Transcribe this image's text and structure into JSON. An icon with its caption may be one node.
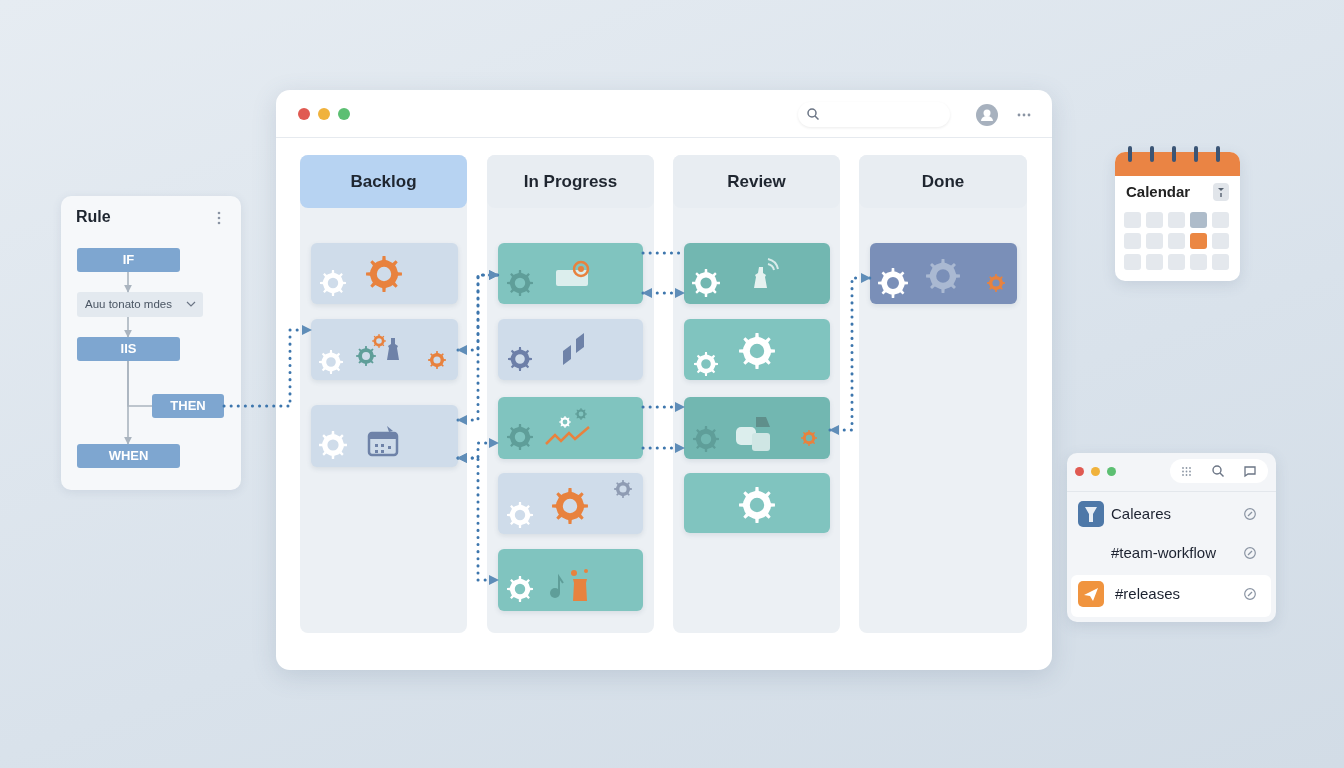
{
  "diagram": {
    "nodes": [
      {
        "text": [
          "Rule"
        ]
      },
      {
        "text": [
          "IF"
        ],
        "in": 0
      },
      {
        "text": [
          "Auu tonato mdes"
        ],
        "in": 0
      },
      {
        "text": [
          "IIS"
        ],
        "in": 0
      },
      {
        "text": [
          "THEN"
        ],
        "in": 0
      },
      {
        "text": [
          "WHEN"
        ],
        "in": 0
      },
      {
        "text": [],
        "shape": "box"
      },
      {
        "text": [
          "Backlog"
        ],
        "in": 6
      },
      {
        "text": [
          "In Progress"
        ],
        "in": 6
      },
      {
        "text": [
          "Review"
        ],
        "in": 6
      },
      {
        "text": [
          "Done"
        ],
        "in": 6
      },
      {
        "text": [],
        "shape": "box",
        "in": 7
      },
      {
        "text": [],
        "shape": "box",
        "in": 7
      },
      {
        "text": [],
        "shape": "box",
        "in": 7
      },
      {
        "text": [],
        "shape": "box",
        "in": 8
      },
      {
        "text": [],
        "shape": "box",
        "in": 8
      },
      {
        "text": [],
        "shape": "box",
        "in": 8
      },
      {
        "text": [],
        "shape": "box",
        "in": 8
      },
      {
        "text": [],
        "shape": "box",
        "in": 8
      },
      {
        "text": [],
        "shape": "box",
        "in": 9
      },
      {
        "text": [],
        "shape": "box",
        "in": 9
      },
      {
        "text": [],
        "shape": "box",
        "in": 9
      },
      {
        "text": [],
        "shape": "box",
        "in": 9
      },
      {
        "text": [],
        "shape": "box",
        "in": 10
      },
      {
        "text": [
          "Calendar"
        ]
      },
      {
        "text": [],
        "shape": "box"
      },
      {
        "text": [
          "Caleares"
        ],
        "in": 25
      },
      {
        "text": [
          "#team-workflow"
        ],
        "in": 25
      },
      {
        "text": [
          "#releases"
        ],
        "in": 25
      }
    ],
    "edges": [
      {
        "from": 1,
        "to": 2,
        "arrow": "to",
        "color": "#aab4bf"
      },
      {
        "from": 2,
        "to": 3,
        "arrow": "to",
        "color": "#aab4bf"
      },
      {
        "from": 3,
        "to": 5,
        "arrow": "to",
        "color": "#aab4bf"
      },
      {
        "from": 3,
        "to": 4,
        "arrow": "none",
        "color": "#aab4bf"
      },
      {
        "from": 4,
        "to": 12,
        "arrow": "to",
        "style": "dashed"
      },
      {
        "from": 12,
        "to": 14,
        "arrow": "both",
        "style": "dashed"
      },
      {
        "from": 13,
        "to": 14,
        "arrow": "both",
        "style": "dashed"
      },
      {
        "from": 13,
        "to": 16,
        "arrow": "both",
        "style": "dashed"
      },
      {
        "from": 13,
        "to": 18,
        "arrow": "both",
        "style": "dashed"
      },
      {
        "from": 14,
        "to": 19,
        "arrow": "none",
        "style": "dashed"
      },
      {
        "from": 14,
        "to": 19,
        "arrow": "both",
        "style": "dashed"
      },
      {
        "from": 16,
        "to": 21,
        "arrow": "to",
        "style": "dashed"
      },
      {
        "from": 16,
        "to": 21,
        "arrow": "to",
        "style": "dashed"
      },
      {
        "from": 21,
        "to": 23,
        "arrow": "both",
        "style": "dashed"
      }
    ]
  }
}
